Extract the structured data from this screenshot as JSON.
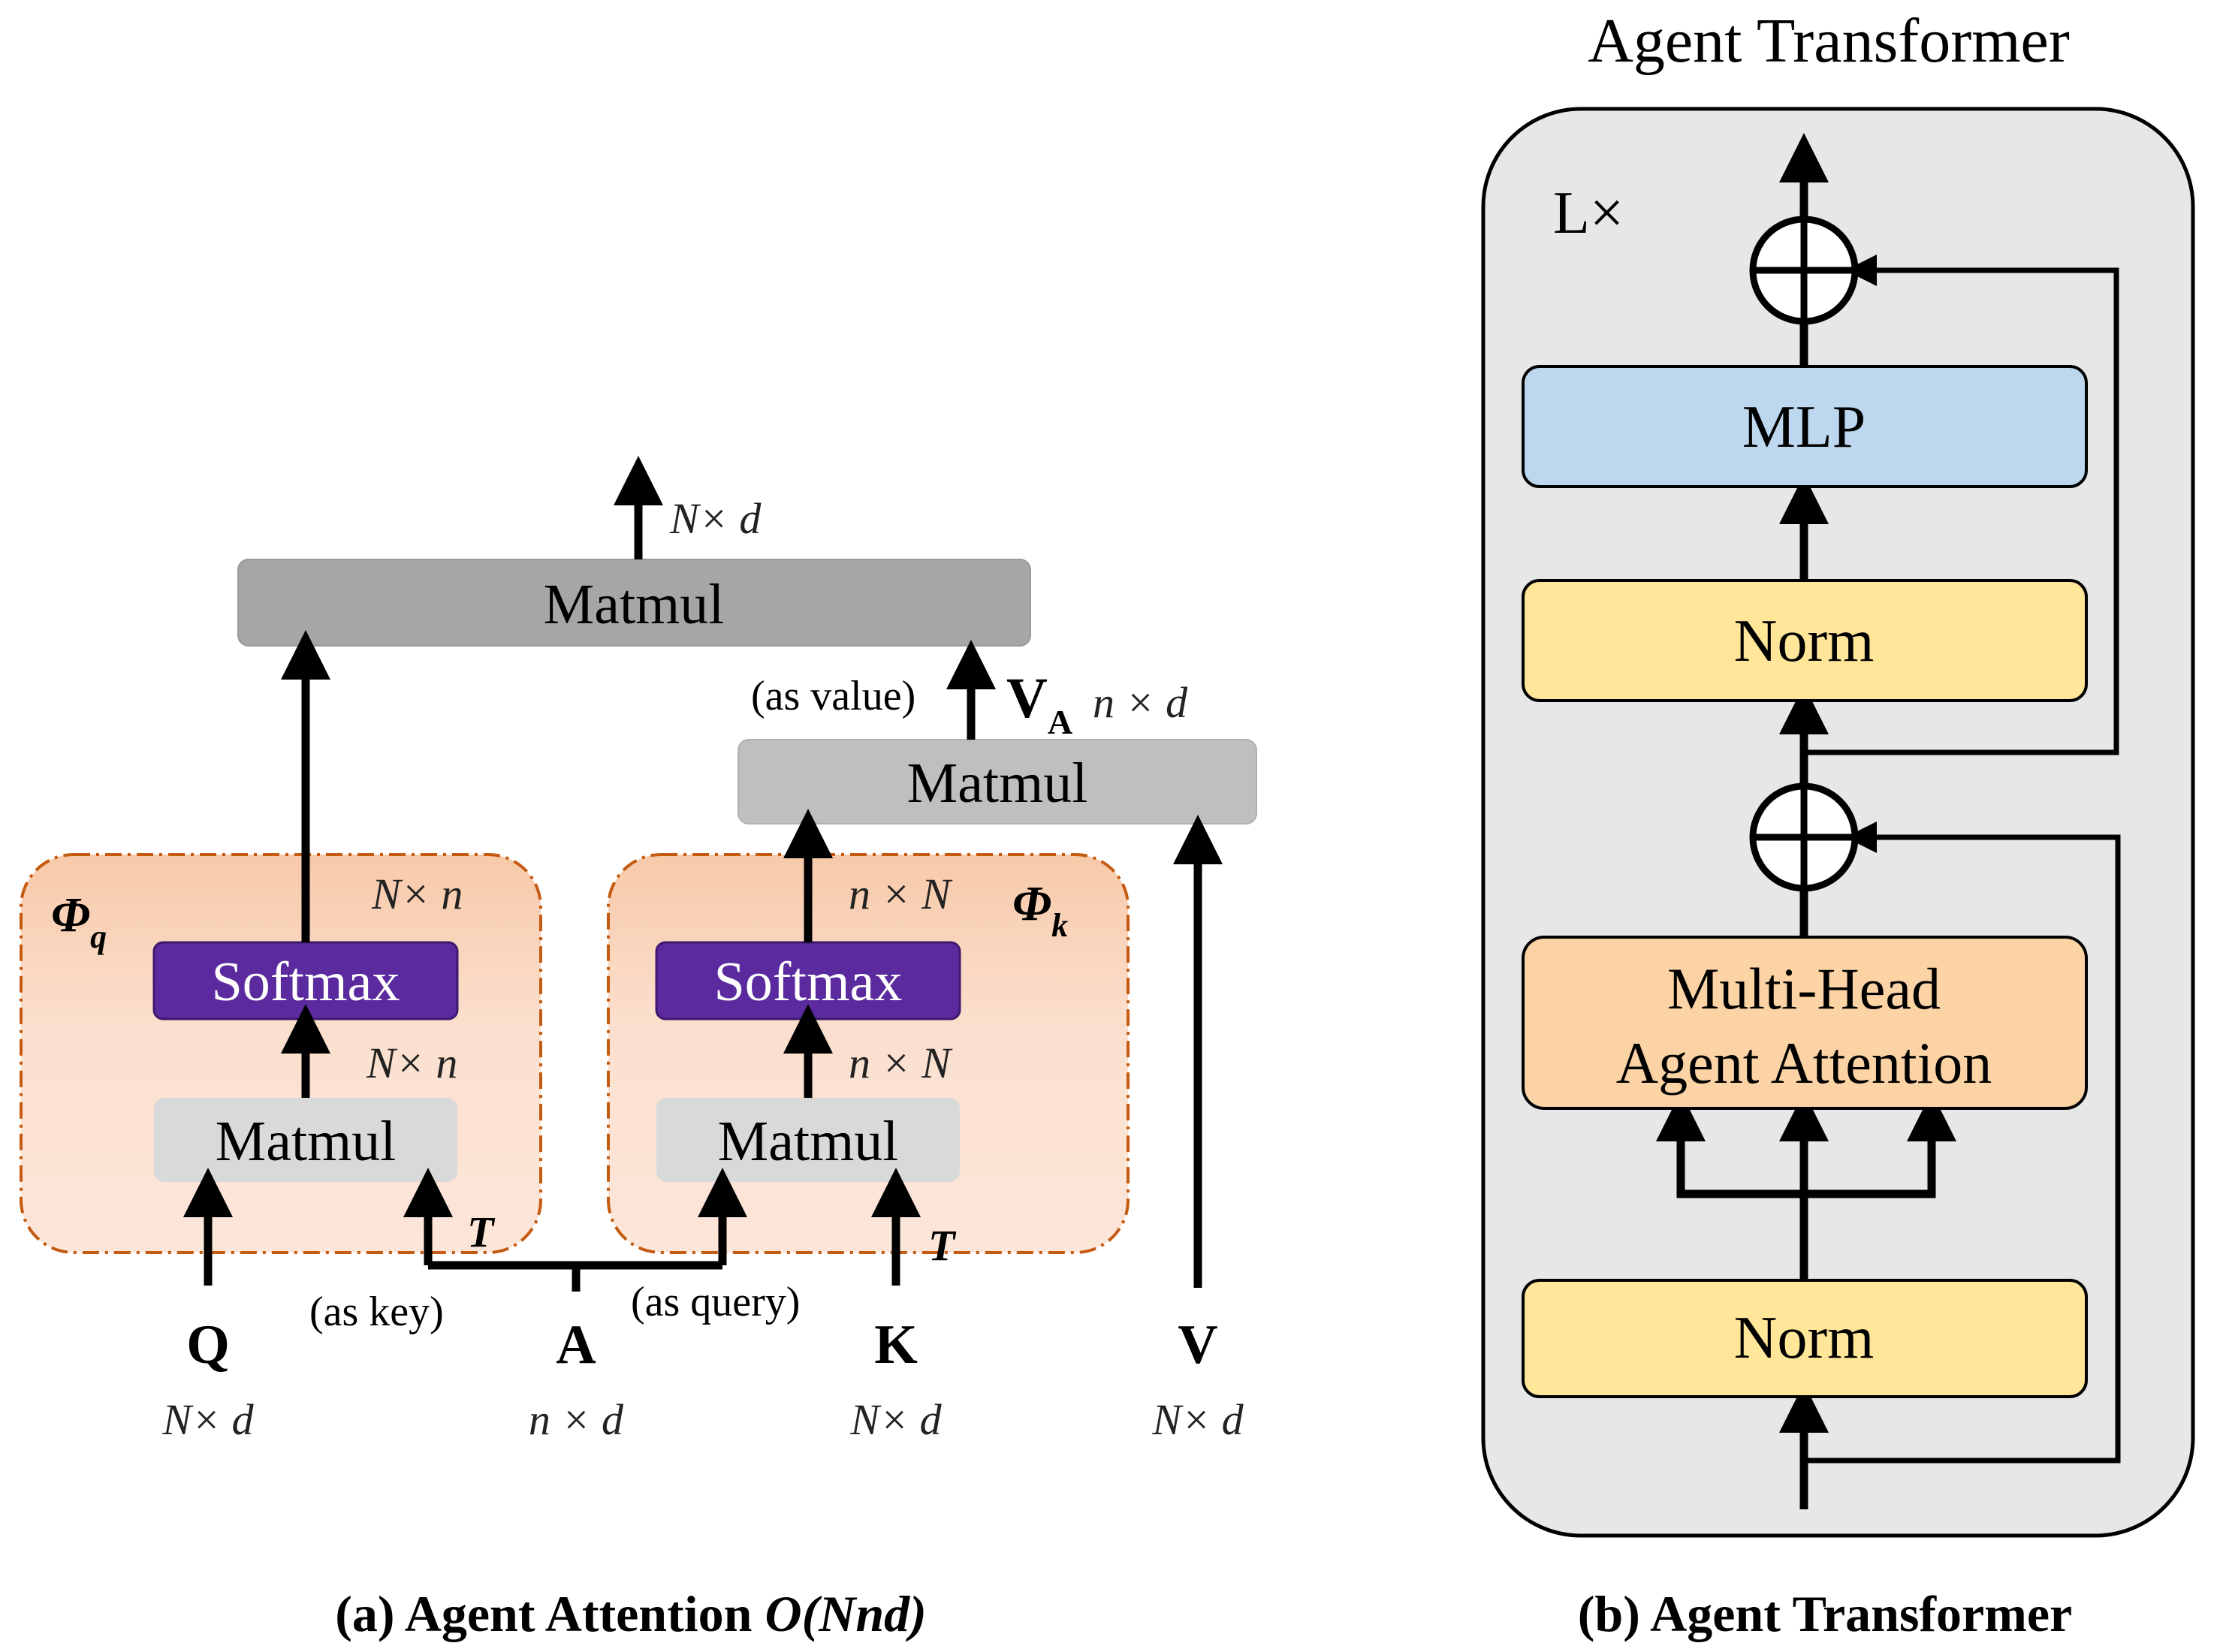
{
  "colors": {
    "phi_fill": "#fbe3d6",
    "phi_fill_top": "#f6c8aa",
    "phi_border": "#c55a11",
    "softmax": "#5b2a9e",
    "matmul_dark": "#a6a6a6",
    "matmul_mid": "#bfbfbf",
    "matmul_light": "#d9d9d9",
    "block_bg": "#e7e7e7",
    "mlp": "#bdd7ee",
    "norm": "#ffe699",
    "attn": "#fbd3a4"
  },
  "left": {
    "caption_prefix": "(a) Agent Attention ",
    "caption_complexity": "O(Nnd)",
    "top_matmul": "Matmul",
    "top_output_dim": "N× d",
    "mid_matmul": "Matmul",
    "va_label": "V",
    "va_sub": "A",
    "va_dim": "n × d",
    "as_value": "(as value)",
    "phi_q": {
      "symbol": "Φ",
      "sub": "q",
      "softmax": "Softmax",
      "matmul": "Matmul",
      "dim_top": "N× n",
      "dim_mid": "N× n",
      "transpose": "T"
    },
    "phi_k": {
      "symbol": "Φ",
      "sub": "k",
      "softmax": "Softmax",
      "matmul": "Matmul",
      "dim_top": "n × N",
      "dim_mid": "n × N",
      "transpose": "T"
    },
    "as_key": "(as key)",
    "as_query": "(as query)",
    "inputs": [
      {
        "name": "Q",
        "dim": "N× d"
      },
      {
        "name": "A",
        "dim": "n × d"
      },
      {
        "name": "K",
        "dim": "N× d"
      },
      {
        "name": "V",
        "dim": "N× d"
      }
    ]
  },
  "right": {
    "title": "Agent Transformer",
    "repeat": "L×",
    "mlp": "MLP",
    "norm_top": "Norm",
    "attention_line1": "Multi-Head",
    "attention_line2": "Agent Attention",
    "norm_bottom": "Norm",
    "caption": "(b) Agent Transformer"
  }
}
